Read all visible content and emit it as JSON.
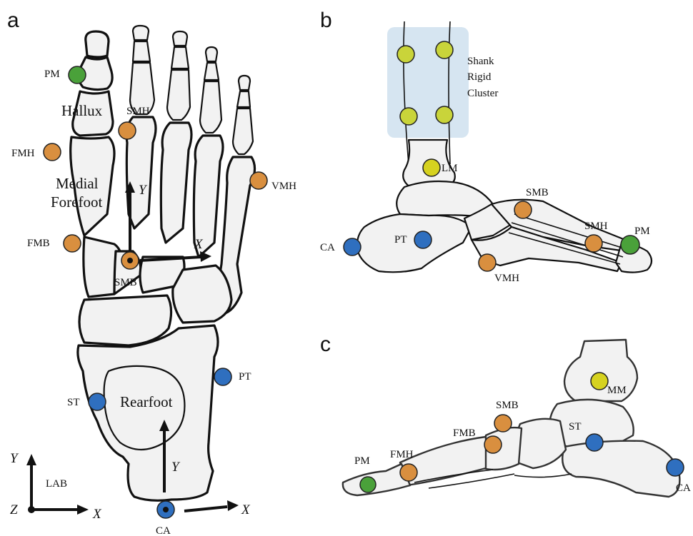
{
  "colors": {
    "green": "#4aa13a",
    "orange": "#d98f3f",
    "blue": "#2f6fbf",
    "yellow": "#d6d21f",
    "yellow_green": "#c9d43a",
    "cluster": "#cfe0ef"
  },
  "panels": {
    "a": {
      "letter": "a",
      "labels": {
        "pm": "PM",
        "hallux": "Hallux",
        "smh": "SMH",
        "fmh": "FMH",
        "medial": "Medial",
        "forefoot": "Forefoot",
        "vmh": "VMH",
        "fmb": "FMB",
        "smb": "SMB",
        "pt": "PT",
        "st": "ST",
        "rearfoot": "Rearfoot",
        "ca": "CA",
        "lab": "LAB"
      },
      "axes": {
        "forefoot_y": "Y",
        "forefoot_x": "X",
        "rearfoot_y": "Y",
        "rearfoot_x": "X",
        "lab_y": "Y",
        "lab_x": "X",
        "lab_z": "Z"
      }
    },
    "b": {
      "letter": "b",
      "labels": {
        "shank": "Shank",
        "rigid": "Rigid",
        "cluster": "Cluster",
        "lm": "LM",
        "smb": "SMB",
        "ca": "CA",
        "pt": "PT",
        "smh": "SMH",
        "pm": "PM",
        "vmh": "VMH"
      }
    },
    "c": {
      "letter": "c",
      "labels": {
        "mm": "MM",
        "smb": "SMB",
        "st": "ST",
        "fmb": "FMB",
        "pm": "PM",
        "fmh": "FMH",
        "ca": "CA"
      }
    }
  }
}
